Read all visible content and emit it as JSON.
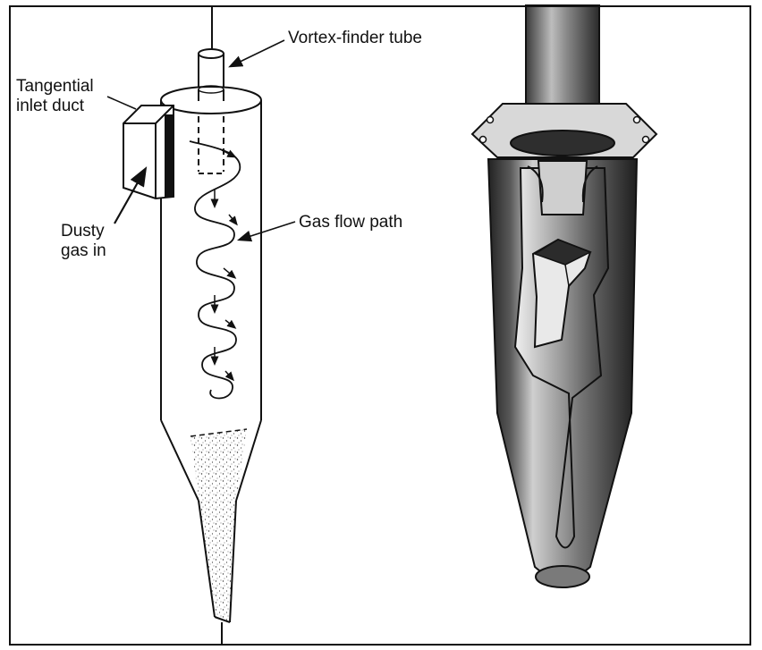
{
  "labels": {
    "vortex_finder": "Vortex-finder tube",
    "tangential_line1": "Tangential",
    "tangential_line2": "inlet duct",
    "gas_flow": "Gas flow path",
    "dusty_line1": "Dusty",
    "dusty_line2": "gas in"
  },
  "colors": {
    "ink": "#111111",
    "dark_metal": "#2a2a2a",
    "mid_metal": "#6b6b6b",
    "light_metal": "#c9c9c9",
    "background": "#ffffff"
  }
}
